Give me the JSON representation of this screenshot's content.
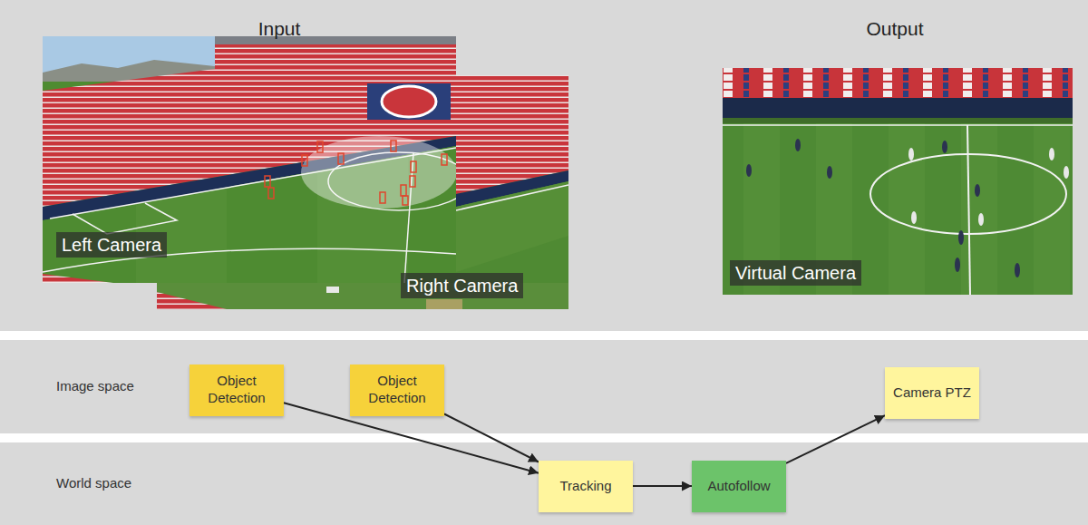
{
  "diagram": {
    "nodes": [
      {
        "text": [
          "Image space"
        ]
      },
      {
        "text": [
          "Object Detection"
        ],
        "in": 0
      },
      {
        "text": [
          "Object Detection"
        ],
        "in": 0
      },
      {
        "text": [
          "Camera PTZ"
        ],
        "in": 0
      },
      {
        "text": [
          "World space"
        ]
      },
      {
        "text": [
          "Tracking"
        ],
        "in": 4
      },
      {
        "text": [
          "Autofollow"
        ],
        "in": 4
      }
    ],
    "edges": [
      {
        "from": 1,
        "to": 5,
        "arrow": "to"
      },
      {
        "from": 2,
        "to": 5,
        "arrow": "to"
      },
      {
        "from": 5,
        "to": 6,
        "arrow": "to"
      },
      {
        "from": 6,
        "to": 3,
        "arrow": "to"
      }
    ],
    "labels": [
      "Input",
      "Output",
      "Left Camera",
      "Right Camera",
      "Virtual Camera"
    ]
  }
}
